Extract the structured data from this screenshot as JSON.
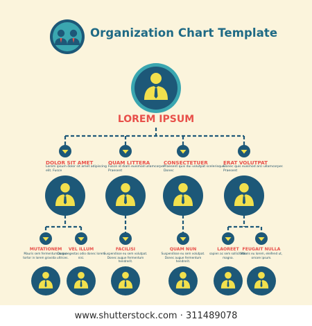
{
  "header": {
    "title": "Organization Chart Template",
    "icon": "team-icon"
  },
  "top": {
    "title": "LOREM IPSUM",
    "icon": "person-icon"
  },
  "level2": [
    {
      "title": "DOLOR SIT AMET",
      "desc": "Lorem ipsum dolor sit amet adipiscing elit. Fusce"
    },
    {
      "title": "QUAM LITTERA",
      "desc": "Fusce id diam euismod ullamcorper. Praesent"
    },
    {
      "title": "CONSECTETUER",
      "desc": "Praesent quis dui volutpat scelerisque. Donec"
    },
    {
      "title": "ERAT VOLUTPAT",
      "desc": "Donec quis euismod arci ullamcorper. Praesent"
    }
  ],
  "level3": [
    {
      "title": "MUTATIONEM",
      "desc": "Mauris sem fermentum augue tortor in lorem gravida ultrices."
    },
    {
      "title": "VEL ILLUM",
      "desc": "Donec egestas odio donec lorem nisi."
    },
    {
      "title": "FACILISI",
      "desc": "Suspendisse eu sem volutpat. Donec augue fermentum hendrerit."
    },
    {
      "title": "QUAM NUN",
      "desc": "Suspendisse eu sem volutpat. Donec augue fermentum hendrerit."
    },
    {
      "title": "LAOREET",
      "desc": "sapien ac sem sollicitudin magna."
    },
    {
      "title": "FEUGAIT NULLA",
      "desc": "Mauris eu lorem, eleifend ut, ornare ipsum."
    }
  ],
  "footer": {
    "watermark": "www.shutterstock.com · 311489078"
  },
  "colors": {
    "background": "#fbf4dc",
    "primary": "#1d5878",
    "accent": "#e8504a",
    "person": "#f2e04d",
    "ring": "#3aa6b0"
  }
}
